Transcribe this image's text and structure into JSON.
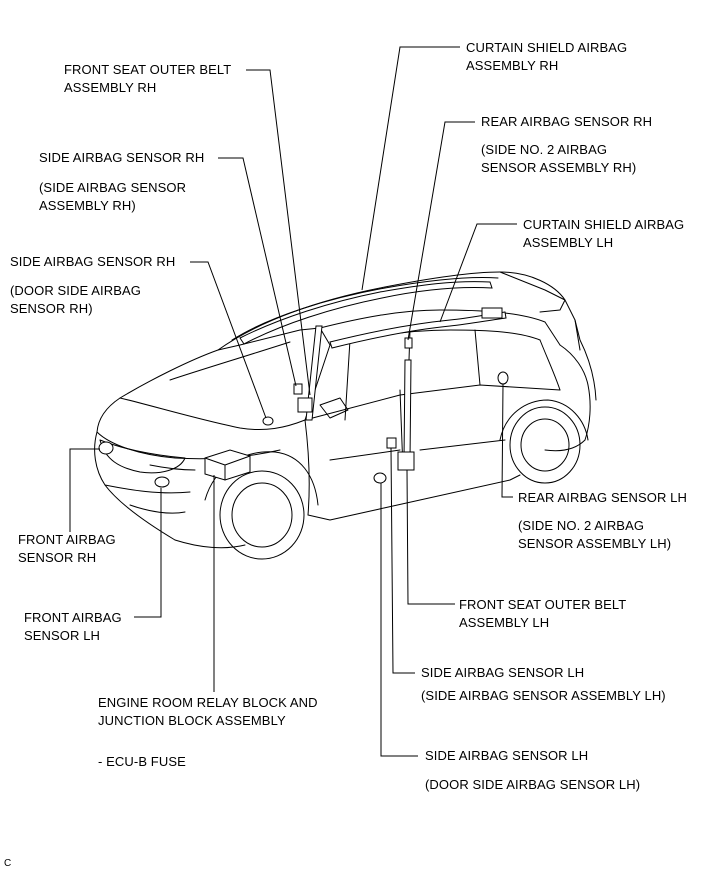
{
  "labels": {
    "curtain_rh": [
      "CURTAIN SHIELD AIRBAG",
      "ASSEMBLY  RH"
    ],
    "front_belt_rh": [
      "FRONT SEAT OUTER BELT",
      "ASSEMBLY  RH"
    ],
    "rear_sensor_rh": [
      "REAR AIRBAG SENSOR RH"
    ],
    "rear_sensor_rh_sub": [
      "(SIDE NO. 2 AIRBAG",
      "SENSOR ASSEMBLY RH)"
    ],
    "side_sensor_rh_1": [
      "SIDE AIRBAG SENSOR RH"
    ],
    "side_sensor_rh_1_sub": [
      "(SIDE AIRBAG SENSOR",
      "ASSEMBLY RH)"
    ],
    "curtain_lh": [
      "CURTAIN SHIELD AIRBAG",
      "ASSEMBLY  LH"
    ],
    "side_sensor_rh_2": [
      "SIDE AIRBAG SENSOR  RH"
    ],
    "side_sensor_rh_2_sub": [
      "(DOOR SIDE AIRBAG",
      "SENSOR RH)"
    ],
    "rear_sensor_lh": [
      "REAR AIRBAG SENSOR  LH"
    ],
    "rear_sensor_lh_sub": [
      "(SIDE NO. 2 AIRBAG",
      "SENSOR ASSEMBLY LH)"
    ],
    "front_sensor_rh": [
      "FRONT AIRBAG",
      "SENSOR  RH"
    ],
    "front_belt_lh": [
      "FRONT SEAT OUTER BELT",
      "ASSEMBLY  LH"
    ],
    "front_sensor_lh": [
      "FRONT AIRBAG",
      "SENSOR  LH"
    ],
    "side_sensor_lh_1": [
      "SIDE AIRBAG SENSOR LH"
    ],
    "side_sensor_lh_1_sub": [
      "(SIDE AIRBAG SENSOR ASSEMBLY LH)"
    ],
    "relay_block": [
      "ENGINE ROOM RELAY BLOCK AND",
      "JUNCTION BLOCK ASSEMBLY"
    ],
    "ecu_fuse": [
      "- ECU-B FUSE"
    ],
    "side_sensor_lh_2": [
      "SIDE AIRBAG SENSOR LH"
    ],
    "side_sensor_lh_2_sub": [
      "(DOOR SIDE AIRBAG SENSOR LH)"
    ],
    "corner_code": [
      "C"
    ]
  }
}
